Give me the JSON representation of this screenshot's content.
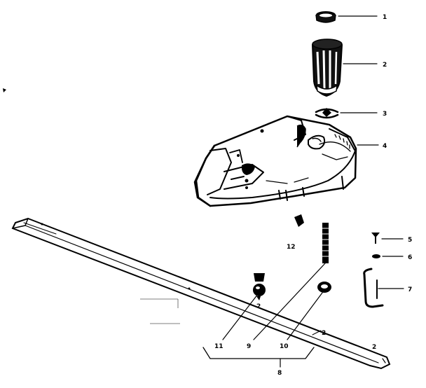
{
  "callouts": {
    "n1": "1",
    "n2": "2",
    "n3": "3",
    "n4": "4",
    "n5": "5",
    "n6": "6",
    "n7": "7",
    "n8": "8",
    "n9": "9",
    "n10": "10",
    "n11": "11",
    "n12": "12",
    "n2_bar": "2",
    "n2_plunger": "2",
    "n2_bottom": "2"
  }
}
